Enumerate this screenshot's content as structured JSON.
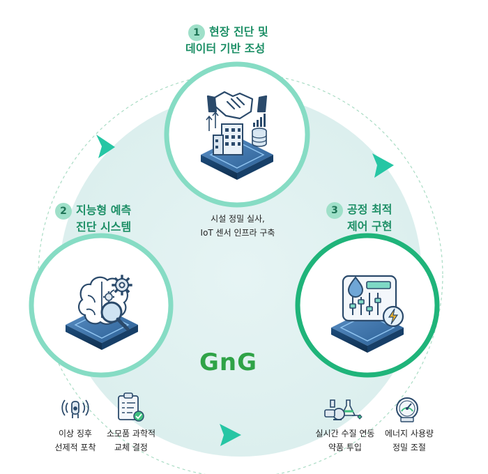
{
  "steps": [
    {
      "num": "1",
      "line1": "현장 진단 및",
      "line2": "데이터 기반 조성",
      "desc1": "시설 정밀 실사,",
      "desc2": "IoT 센서 인프라 구축",
      "icon": "handshake-building-icon"
    },
    {
      "num": "2",
      "line1": "지능형 예측",
      "line2": "진단 시스템",
      "icon": "brain-gear-magnifier-icon"
    },
    {
      "num": "3",
      "line1": "공정 최적",
      "line2": "제어 구현",
      "icon": "control-panel-drop-lightning-icon"
    }
  ],
  "logo": "GnG",
  "bottom_items": [
    {
      "line1": "이상 징후",
      "line2": "선제적 포착",
      "icon": "sensor-signal-icon"
    },
    {
      "line1": "소모품 과학적",
      "line2": "교체 결정",
      "icon": "clipboard-check-icon"
    },
    {
      "line1": "실시간 수질 연동",
      "line2": "약품 투입",
      "icon": "pump-flask-icon"
    },
    {
      "line1": "에너지 사용량",
      "line2": "정밀 조절",
      "icon": "gauge-icon"
    }
  ],
  "colors": {
    "accent": "#1d8f66",
    "circle_bg": "#e1f1f1",
    "ring": "#86dcc4",
    "ring_strong": "#1fb47a",
    "arrow": "#26c6a4"
  }
}
